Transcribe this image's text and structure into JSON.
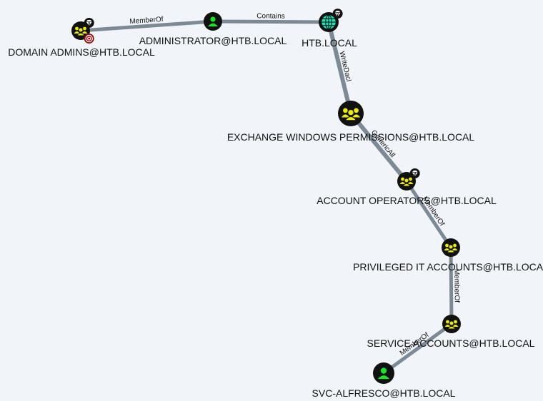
{
  "nodes": [
    {
      "id": "domain_admins",
      "label": "DOMAIN ADMINS@HTB.LOCAL",
      "type": "group",
      "badges": [
        "gem-badge-icon",
        "target-badge-icon"
      ]
    },
    {
      "id": "administrator",
      "label": "ADMINISTRATOR@HTB.LOCAL",
      "type": "user",
      "badges": []
    },
    {
      "id": "htb_local",
      "label": "HTB.LOCAL",
      "type": "domain",
      "badges": [
        "gem-badge-icon"
      ]
    },
    {
      "id": "exchange_windows_permissions",
      "label": "EXCHANGE WINDOWS PERMISSIONS@HTB.LOCAL",
      "type": "group",
      "badges": []
    },
    {
      "id": "account_operators",
      "label": "ACCOUNT OPERATORS@HTB.LOCAL",
      "type": "group",
      "badges": [
        "gem-badge-icon"
      ]
    },
    {
      "id": "privileged_it_accounts",
      "label": "PRIVILEGED IT ACCOUNTS@HTB.LOCAL",
      "type": "group",
      "badges": []
    },
    {
      "id": "service_accounts",
      "label": "SERVICE ACCOUNTS@HTB.LOCAL",
      "type": "group",
      "badges": []
    },
    {
      "id": "svc_alfresco",
      "label": "SVC-ALFRESCO@HTB.LOCAL",
      "type": "user",
      "badges": []
    }
  ],
  "edges": [
    {
      "from": "administrator",
      "to": "domain_admins",
      "label": "MemberOf"
    },
    {
      "from": "htb_local",
      "to": "administrator",
      "label": "Contains"
    },
    {
      "from": "exchange_windows_permissions",
      "to": "htb_local",
      "label": "WriteDacl"
    },
    {
      "from": "account_operators",
      "to": "exchange_windows_permissions",
      "label": "GenericAll"
    },
    {
      "from": "privileged_it_accounts",
      "to": "account_operators",
      "label": "MemberOf"
    },
    {
      "from": "service_accounts",
      "to": "privileged_it_accounts",
      "label": "MemberOf"
    },
    {
      "from": "svc_alfresco",
      "to": "service_accounts",
      "label": "MemberOf"
    }
  ],
  "colors": {
    "background": "#f1f5f9",
    "edge": "#7c8a96",
    "node_ring": "#111111",
    "group_icon": "#ecec00",
    "user_icon": "#17e625",
    "domain_icon": "#17e6b7",
    "target_badge": "#a00000"
  }
}
